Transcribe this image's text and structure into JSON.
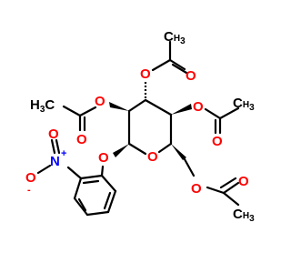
{
  "molecule": {
    "labels": {
      "ring_oxygen": "O",
      "phenoxy_oxygen": "O",
      "nitro_nitrogen": "N",
      "nitro_plus": "+",
      "nitro_oxygen_double": "O",
      "nitro_oxygen_single": "O",
      "nitro_minus": "-",
      "acetyl_top_carbonyl_o": "O",
      "acetyl_top_ester_o": "O",
      "acetyl_left_carbonyl_o": "O",
      "acetyl_left_ester_o": "O",
      "acetyl_left_methyl_c": "H",
      "acetyl_left_methyl_sub": "3",
      "acetyl_left_methyl_c2": "C",
      "acetyl_right_ester_o": "O",
      "acetyl_right_carbonyl_o": "O",
      "acetyl_bottom_ester_o": "O",
      "acetyl_bottom_carbonyl_o": "O"
    },
    "colors": {
      "oxygen": "#ff0000",
      "nitrogen": "#0000ff",
      "carbon_bond": "#000000"
    }
  }
}
